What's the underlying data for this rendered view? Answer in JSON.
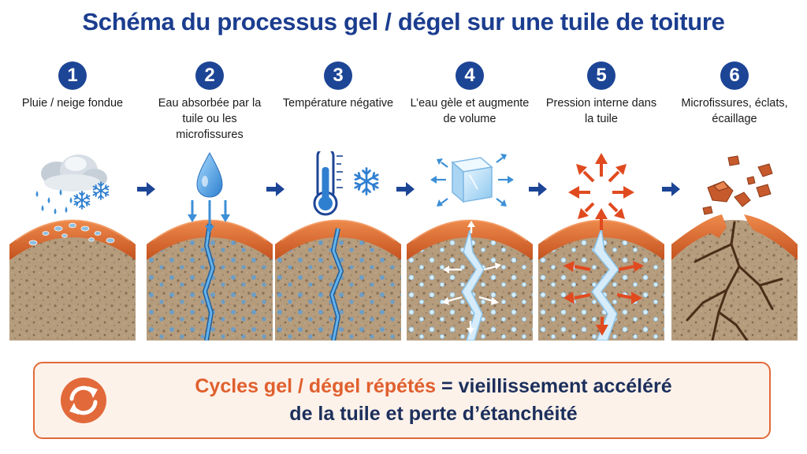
{
  "title": "Schéma du processus gel / dégel sur une tuile de toiture",
  "steps": [
    {
      "number": "1",
      "label": "Pluie / neige fondue"
    },
    {
      "number": "2",
      "label": "Eau absorbée par la tuile ou les microfissures"
    },
    {
      "number": "3",
      "label": "Température négative"
    },
    {
      "number": "4",
      "label": "L’eau gèle et augmente de volume"
    },
    {
      "number": "5",
      "label": "Pression interne dans la tuile"
    },
    {
      "number": "6",
      "label": "Microfissures, éclats, écaillage"
    }
  ],
  "icons": [
    "rain-cloud-icon",
    "snowflake-icon",
    "water-drop-icon",
    "thermometer-icon",
    "ice-cube-icon",
    "pressure-arrows-icon",
    "tile-fragments-icon",
    "cycle-icon"
  ],
  "banner": {
    "highlight": "Cycles gel / dégel répétés",
    "equals": "=",
    "line1_rest": "vieillissement accéléré",
    "line2": "de la tuile et perte d’étanchéité"
  },
  "colors": {
    "title": "#1b3d8f",
    "badge": "#1d4596",
    "tile_glaze": "#d9652e",
    "tile_body": "#b39a7b",
    "water": "#3c8fd6",
    "ice": "#bfe0f6",
    "pressure": "#e04a1f",
    "banner_border": "#e2693a",
    "banner_fill": "#fdf2ea",
    "highlight": "#e0602e"
  }
}
